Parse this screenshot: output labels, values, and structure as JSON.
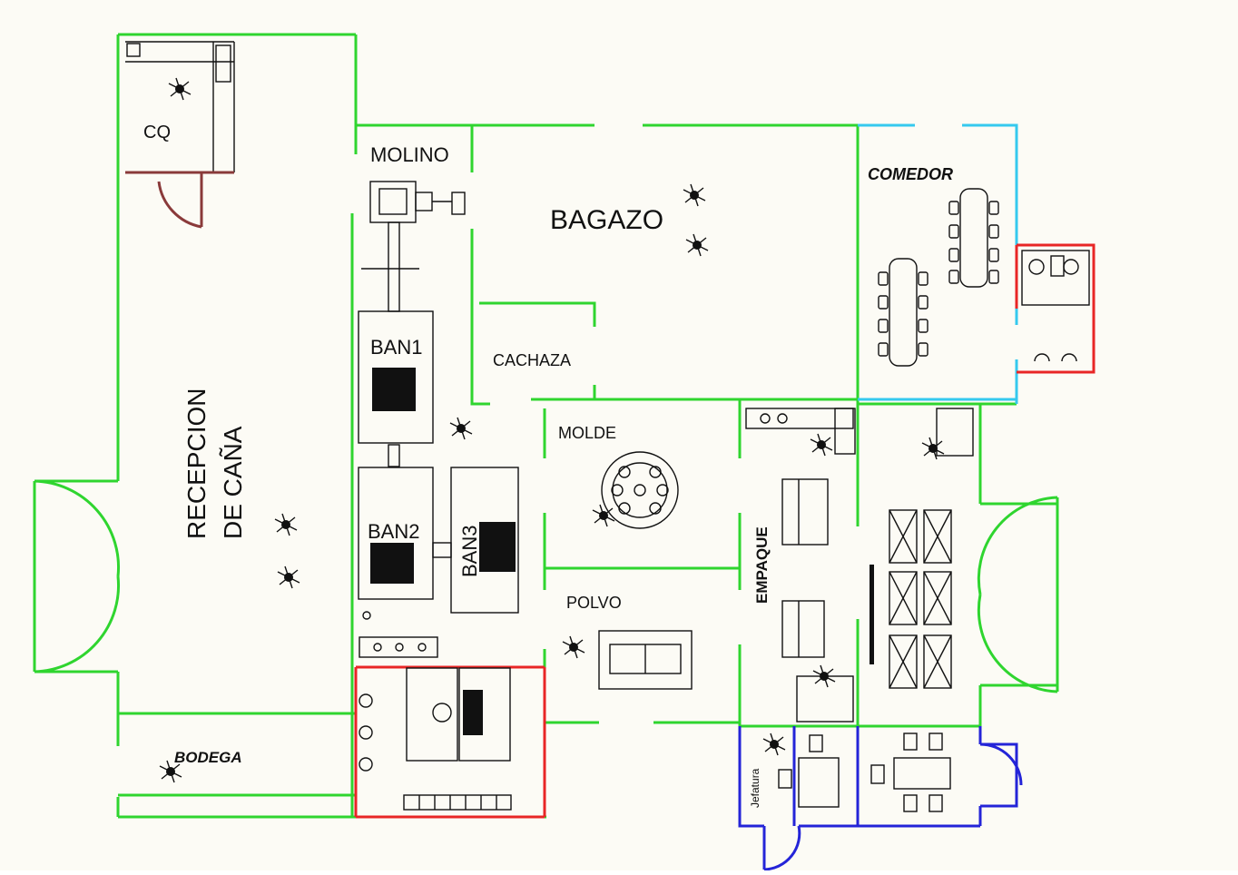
{
  "rooms": {
    "cq": "CQ",
    "molino": "MOLINO",
    "bagazo": "BAGAZO",
    "comedor": "COMEDOR",
    "ban1": "BAN1",
    "ban2": "BAN2",
    "ban3": "BAN3",
    "cachaza": "CACHAZA",
    "molde": "MOLDE",
    "recepcion_1": "RECEPCION",
    "recepcion_2": "DE CAÑA",
    "empaque": "EMPAQUE",
    "polvo": "POLVO",
    "bodega": "BODEGA",
    "jefatura": "Jefatura"
  },
  "colors": {
    "wall": "#2fd52f",
    "comedor_wall": "#35c9ee",
    "sanitary_wall": "#e82626",
    "office_wall": "#2424d8",
    "door": "#8a3a3a",
    "background": "#fcfbf5"
  },
  "symbols": [
    "worker-icon",
    "table-icon",
    "chair-icon",
    "toilet-icon",
    "machine-icon",
    "door-swing-icon"
  ]
}
